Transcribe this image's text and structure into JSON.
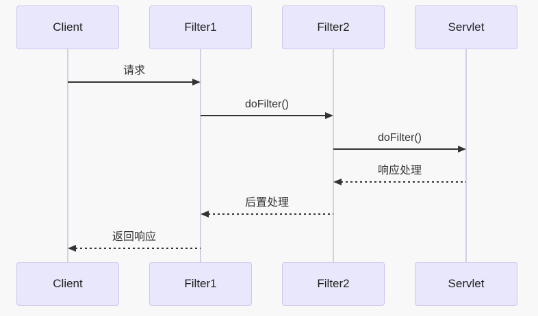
{
  "diagram": {
    "type": "sequence-diagram",
    "actors": [
      {
        "label": "Client"
      },
      {
        "label": "Filter1"
      },
      {
        "label": "Filter2"
      },
      {
        "label": "Servlet"
      }
    ],
    "messages": [
      {
        "label": "请求",
        "from": "Client",
        "to": "Filter1",
        "style": "solid"
      },
      {
        "label": "doFilter()",
        "from": "Filter1",
        "to": "Filter2",
        "style": "solid"
      },
      {
        "label": "doFilter()",
        "from": "Filter2",
        "to": "Servlet",
        "style": "solid"
      },
      {
        "label": "响应处理",
        "from": "Servlet",
        "to": "Filter2",
        "style": "dashed"
      },
      {
        "label": "后置处理",
        "from": "Filter2",
        "to": "Filter1",
        "style": "dashed"
      },
      {
        "label": "返回响应",
        "from": "Filter1",
        "to": "Client",
        "style": "dashed"
      }
    ],
    "colors": {
      "background": "#f8f8f8",
      "actor_fill": "#e8e7fb",
      "actor_border": "#cfc5f0",
      "lifeline": "#d6cdeb",
      "arrow": "#333333",
      "text": "#1f1f1f"
    }
  }
}
